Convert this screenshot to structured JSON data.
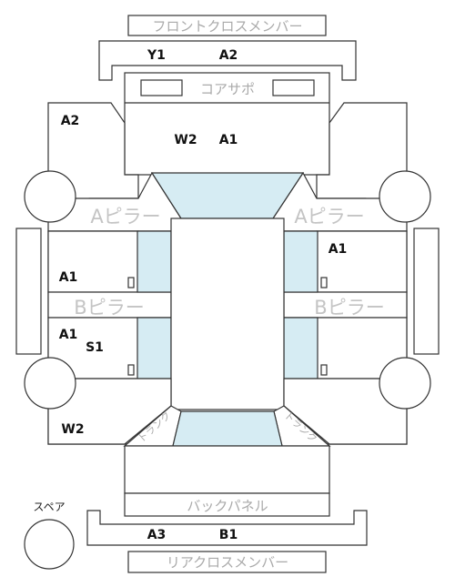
{
  "parts": {
    "front_cross_member": "フロントクロスメンバー",
    "core_support": "コアサポ",
    "a_pillar_left": "Aピラー",
    "a_pillar_right": "Aピラー",
    "b_pillar_left": "Bピラー",
    "b_pillar_right": "Bピラー",
    "back_panel": "バックパネル",
    "rear_cross_member": "リアクロスメンバー",
    "trunk_left": "トランク",
    "trunk_right": "トランク",
    "spare": "スペア"
  },
  "codes": {
    "front_cross_member": "Y1",
    "front_cross_member_right": "A2",
    "front_left_fender": "A2",
    "hood": "W2",
    "hood_right": "A1",
    "front_right_door": "A1",
    "front_left_door": "A1",
    "rear_left_door": "A1",
    "rear_left_door_2": "S1",
    "rear_left_quarter": "W2",
    "rear_cross_member": "A3",
    "rear_cross_member_right": "B1"
  }
}
